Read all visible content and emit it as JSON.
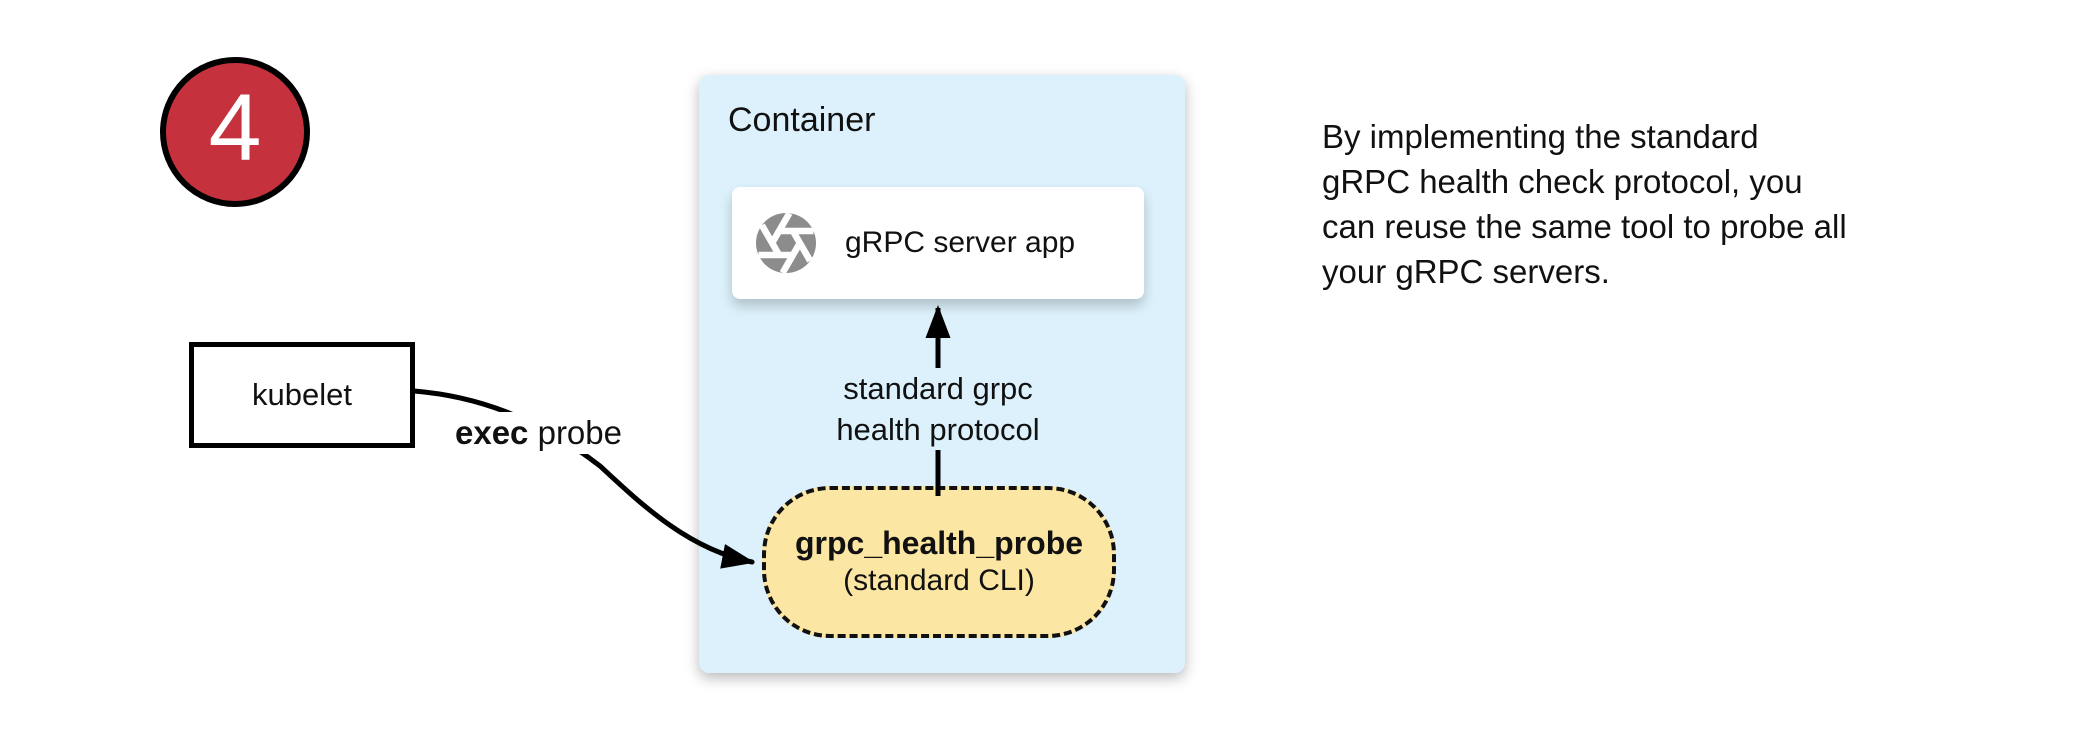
{
  "badge": {
    "number": "4"
  },
  "kubelet": {
    "label": "kubelet"
  },
  "container": {
    "label": "Container",
    "server": {
      "label": "gRPC server app",
      "icon": "grpc-aperture-icon"
    },
    "probe": {
      "title": "grpc_health_probe",
      "subtitle": "(standard CLI)"
    }
  },
  "edges": {
    "exec_probe": {
      "bold": "exec",
      "rest": " probe"
    },
    "health_protocol": {
      "line1": "standard grpc",
      "line2": "health protocol"
    }
  },
  "note": {
    "lines": [
      "By implementing the standard",
      "gRPC health check protocol, you",
      "can reuse the same tool to probe all",
      "your gRPC servers."
    ]
  },
  "colors": {
    "badge_fill": "#C5323E",
    "container_fill": "#DCF1FB",
    "probe_fill": "#FBE6A3",
    "icon_gray": "#8C8C8C",
    "line": "#000000",
    "text": "#111111"
  }
}
